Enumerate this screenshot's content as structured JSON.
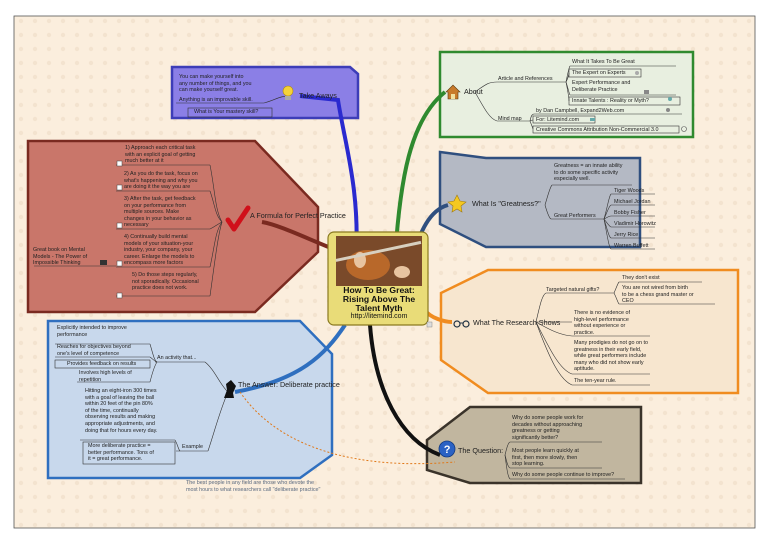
{
  "center": {
    "title": "How To Be Great:\nRising Above The\nTalent Myth",
    "url": "http://litemind.com"
  },
  "take_aways": {
    "title": "Take Aways",
    "text1": "You can make yourself into\nany number of things, and you\ncan make yourself great.",
    "text2": "Anything is an improvable skill.",
    "text3": "What is Your mastery skill?"
  },
  "formula": {
    "title": "A Formula for\nPerfect Practice",
    "step1": "1) Approach each critical task\nwith an explicit goal of getting\nmuch better at it",
    "step2": "2) As you do the task, focus on\nwhat's happening and why you\nare doing it the way you are",
    "step3": "3) After the task, get feedback\non your performance from\nmultiple sources.  Make\nchanges in your behavior as\nnecessary",
    "step4": "4) Continually build mental\nmodels of your situation-your\nindustry, your company, your\ncareer.  Enlarge the models to\nencompass more factors",
    "step5": "5) Do those steps regularly,\nnot sporadically.  Occasional\npractice does not work.",
    "book": "Great book on Mental\nModels - The Power of\nImpossible Thinking"
  },
  "answer": {
    "title": "The Answer:\nDeliberate practice",
    "activity_label": "An activity that...",
    "a1": "Explicitly intended to improve\nperformance",
    "a2": "Reaches for objectives beyond\none's level of competence",
    "a3": "Provides feedback on results",
    "a4": "Involves high levels of\nrepetition",
    "example_label": "Example",
    "example_text": "Hitting an eight-iron 300 times\nwith a goal of leaving the ball\nwithin 20 feet of the pin 80%\nof the time, continually\nobserving results and making\nappropriate adjustments, and\ndoing that for hours every day.",
    "formula_line": "More deliberate practice =\nbetter performance.  Tons of\nit = great performance.",
    "note": "The best people in any field are those who devote the\nmost hours to what researchers call \"deliberate practice\""
  },
  "about": {
    "title": "About",
    "article_label": "Article and References",
    "ref1": "What It Takes To Be Great",
    "ref2": "The Expert on Experts",
    "ref3": "Expert Performance and\nDeliberate Practice",
    "ref4": "Innate Talents : Reality or Myth?",
    "mindmap_label": "Mind map",
    "m1": "by Dan Campbell, Expand2Web.com",
    "m2": "For: Litemind.com",
    "m3": "Creative Commons Attribution Non-Commercial  3.0"
  },
  "greatness": {
    "title": "What Is \"Greatness?\"",
    "definition": "Greatness = an innate ability\nto do some specific activity\nespecially well.",
    "performers_label": "Great Performers",
    "performers": [
      "Tiger Woods",
      "Michael Jordan",
      "Bobby Fisher",
      "Vladimir Horowitz",
      "Jerry Rice",
      "Warren Buffett"
    ]
  },
  "research": {
    "title": "What The Research Shows",
    "gifts_label": "Targeted natural gifts?",
    "r1": "They don't exist",
    "r2": "You are not wired from birth\nto be a chess grand master or\nCEO",
    "r3": "There is no evidence of\nhigh-level performance\nwithout experience or\npractice.",
    "r4": "Many prodigies do not go on to\ngreatness in their early field,\nwhile great performers include\nmany who did not show early\naptitude.",
    "r5": "The ten-year rule."
  },
  "question": {
    "title": "The Question:",
    "q1": "Why do some people work for\ndecades without approaching\ngreatness or getting\nsignificantly better?",
    "q2": "Most people learn quickly at\nfirst, then more slowly, then\nstop learning.",
    "q3": "Why do some people continue to improve?"
  },
  "colors": {
    "background": "#fbeedd",
    "take_aways": "#8b7fe6",
    "formula": "#c9766a",
    "answer": "#c8d8ec",
    "about": "#e8efe0",
    "greatness": "#b4b9c4",
    "research": "#f7e6cf",
    "question": "#c1b69f",
    "center": "#e9dc78"
  }
}
